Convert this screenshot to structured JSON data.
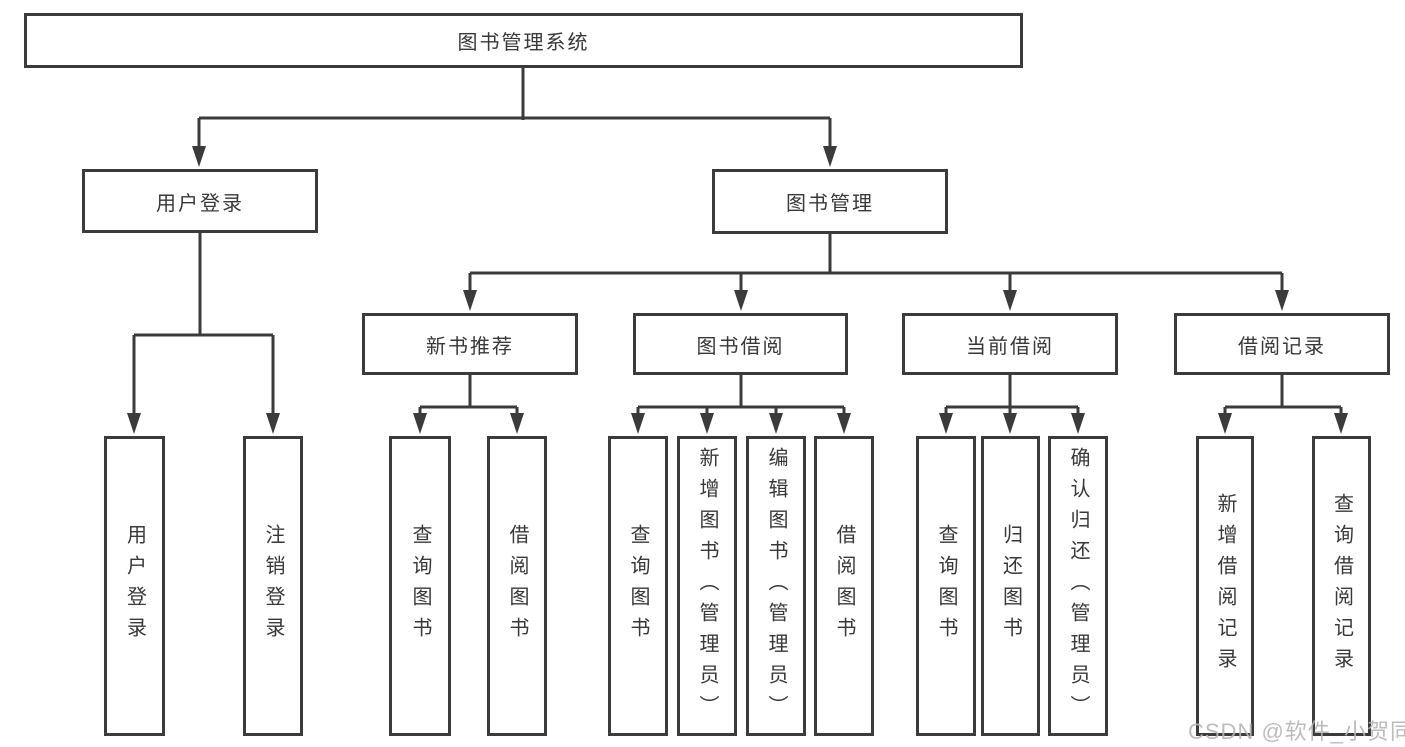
{
  "diagram_title": "图书管理系统",
  "root": {
    "label": "图书管理系统"
  },
  "level2": {
    "user_login": {
      "label": "用户登录",
      "children": {
        "login": "用户登录",
        "logout": "注销登录"
      }
    },
    "book_management": {
      "label": "图书管理",
      "sections": {
        "new_books": {
          "label": "新书推荐",
          "children": {
            "query": "查询图书",
            "borrow": "借阅图书"
          }
        },
        "book_borrow": {
          "label": "图书借阅",
          "children": {
            "query": "查询图书",
            "add": "新增图书（管理员）",
            "edit": "编辑图书（管理员）",
            "borrow": "借阅图书"
          }
        },
        "current_borrow": {
          "label": "当前借阅",
          "children": {
            "query": "查询图书",
            "return": "归还图书",
            "confirm": "确认归还（管理员）"
          }
        },
        "borrow_records": {
          "label": "借阅记录",
          "children": {
            "add": "新增借阅记录",
            "query": "查询借阅记录"
          }
        }
      }
    }
  },
  "watermark": "CSDN @软件_小贺同学",
  "colors": {
    "line": "#3b3b3b",
    "text": "#383838",
    "background": "#ffffff",
    "watermark": "#b5b5b5"
  }
}
